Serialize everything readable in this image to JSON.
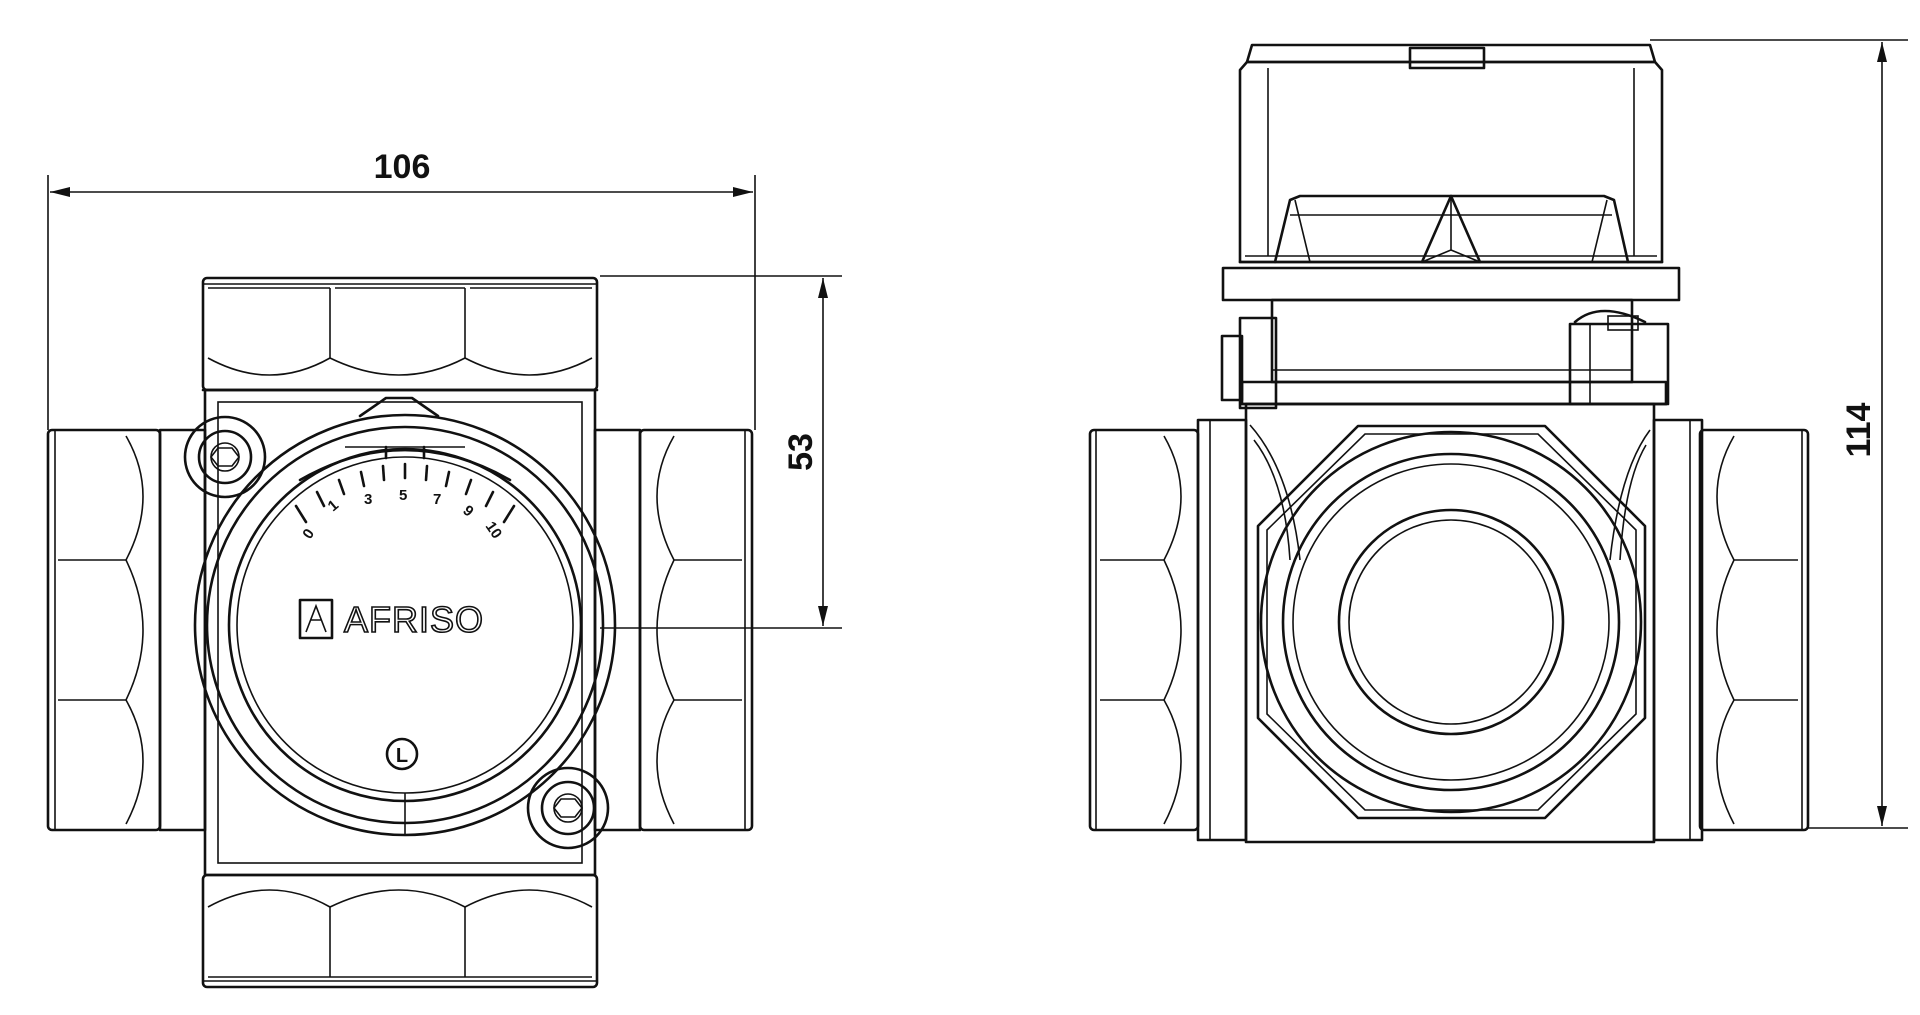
{
  "dimensions": {
    "front_width": "106",
    "front_height": "53",
    "side_height": "114"
  },
  "dial": {
    "scale_labels": [
      "0",
      "1",
      "3",
      "5",
      "7",
      "9",
      "10"
    ],
    "brand": "AFRISO",
    "mode_label": "L"
  },
  "icons": {
    "brand_logo": "afriso-triangle-logo-icon",
    "actuator_marker": "triangle-arrow-icon"
  }
}
